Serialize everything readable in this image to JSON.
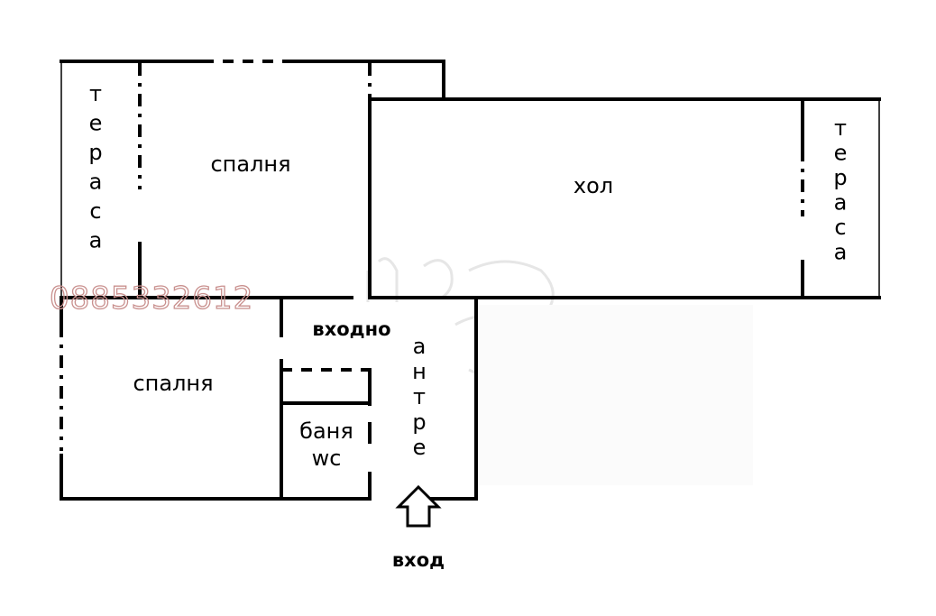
{
  "rooms": {
    "terrace_left": "тераса",
    "bedroom_top": "спалня",
    "living": "хол",
    "terrace_right": "тераса",
    "bedroom_bottom": "спалня",
    "entrance_hall_1": "входно",
    "entrance_hall_2": "антре",
    "bathroom_1": "баня",
    "bathroom_2": "wc",
    "entrance": "вход"
  },
  "watermark": {
    "phone": "0885332612"
  },
  "colors": {
    "walls": "#000000",
    "background": "#ffffff",
    "phone_watermark": "#c9908e"
  },
  "icons": {
    "entrance_arrow": "arrow-up-outline-icon"
  }
}
